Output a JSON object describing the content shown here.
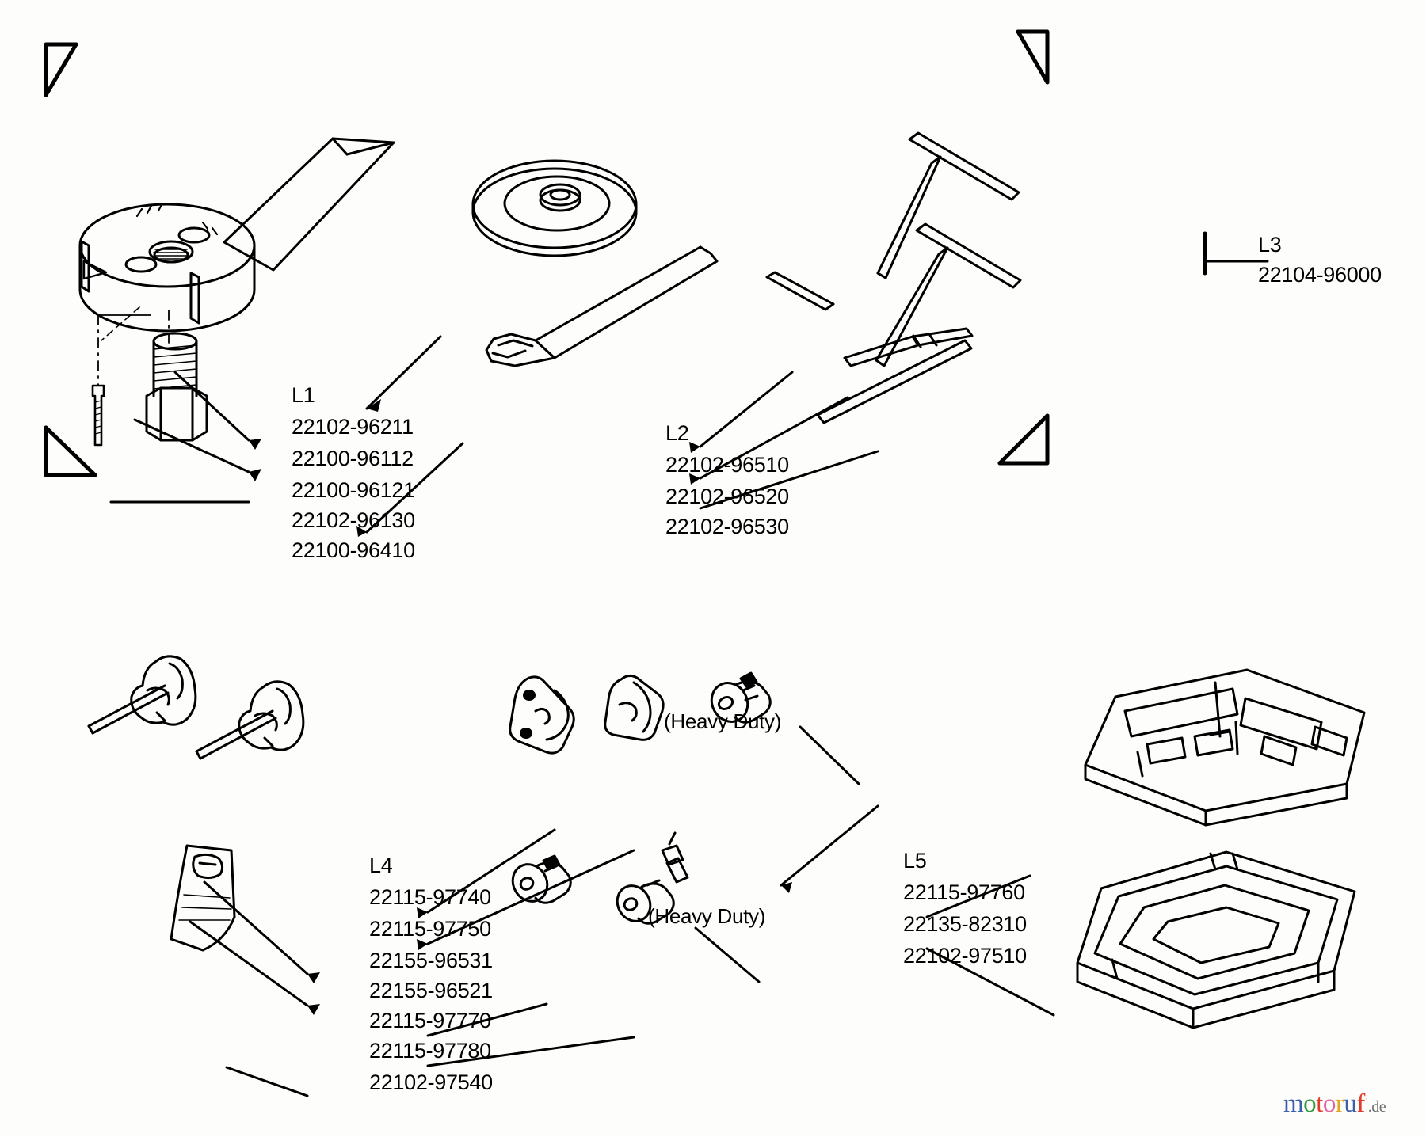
{
  "diagram": {
    "title": "Tool kit / accessories parts illustration",
    "watermark": {
      "m": "m",
      "o1": "o",
      "t": "t",
      "o2": "o",
      "r": "r",
      "u": "u",
      "f": "f",
      "dot": "·",
      "tld": ".de"
    }
  },
  "groups": [
    {
      "id": "L1",
      "label": "L1",
      "part_numbers": [
        "22102-96211",
        "22100-96112",
        "22100-96121",
        "22102-96130",
        "22100-96410"
      ]
    },
    {
      "id": "L2",
      "label": "L2",
      "part_numbers": [
        "22102-96510",
        "22102-96520",
        "22102-96530"
      ]
    },
    {
      "id": "L3",
      "label": "L3",
      "part_numbers": [
        "22104-96000"
      ]
    },
    {
      "id": "L4",
      "label": "L4",
      "part_numbers": [
        "22115-97740",
        "22115-97750",
        "22155-96531",
        "22155-96521",
        "22115-97770",
        "22115-97780",
        "22102-97540"
      ]
    },
    {
      "id": "L5",
      "label": "L5",
      "part_numbers": [
        "22115-97760",
        "22135-82310",
        "22102-97510"
      ]
    }
  ],
  "annotations": {
    "heavy_duty_top": "(Heavy Duty)",
    "heavy_duty_bottom": "(Heavy Duty)"
  },
  "colors": {
    "ink": "#000000",
    "paper": "#fdfdfb"
  }
}
